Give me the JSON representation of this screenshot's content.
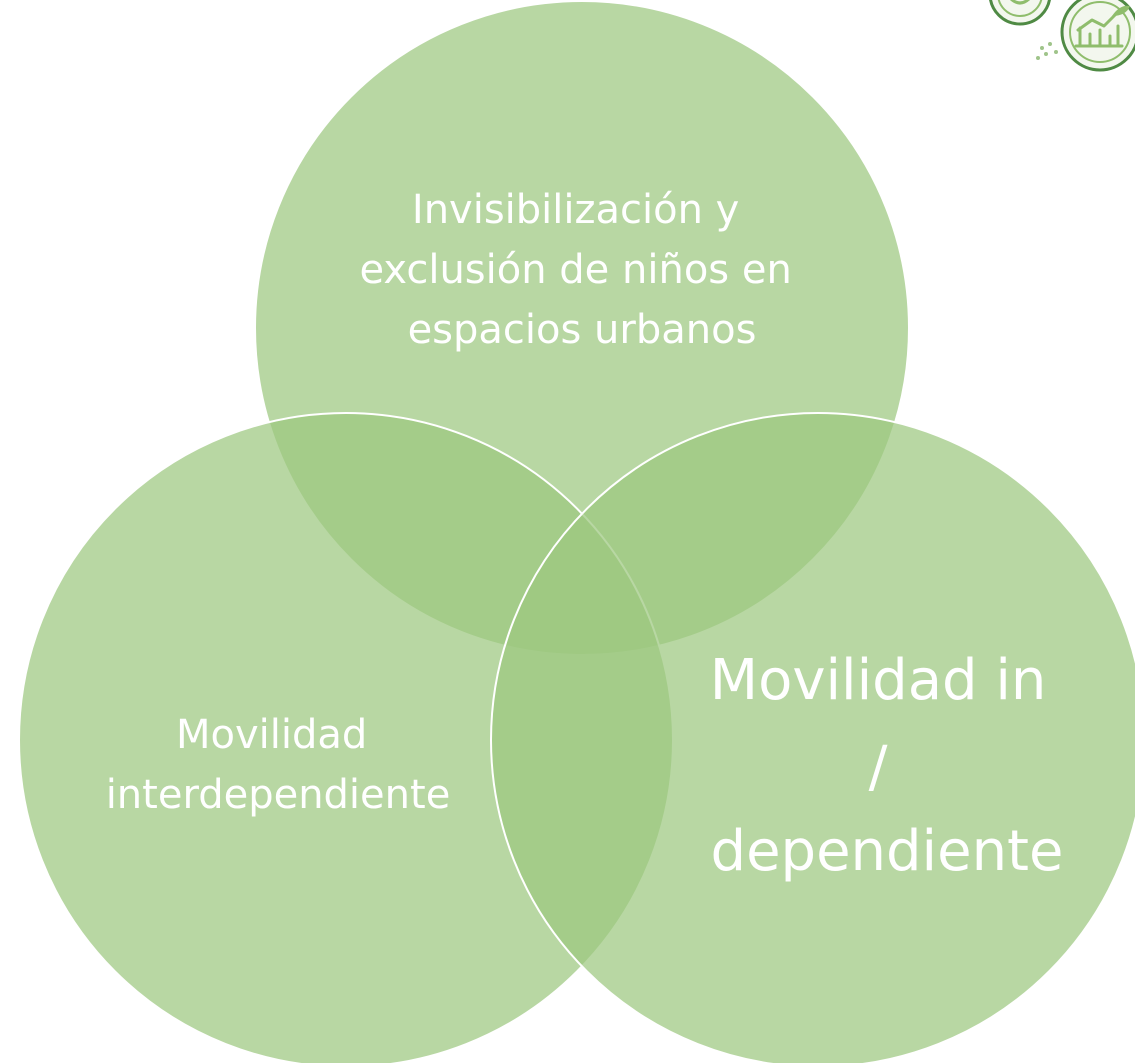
{
  "diagram": {
    "type": "venn-3",
    "circles": [
      {
        "id": "top",
        "label_lines": [
          "Invisibilización y",
          "exclusión de niños en",
          "espacios urbanos"
        ]
      },
      {
        "id": "left",
        "label_lines": [
          "Movilidad",
          "interdependiente"
        ]
      },
      {
        "id": "right",
        "label_lines": [
          "Movilidad in",
          "/",
          "dependiente"
        ]
      }
    ],
    "colors": {
      "circle_fill": "#9dc77f",
      "circle_stroke": "#ffffff",
      "label_text": "#ffffff"
    }
  },
  "logo": {
    "icons": [
      "badge-icon",
      "growth-chart-icon"
    ]
  }
}
